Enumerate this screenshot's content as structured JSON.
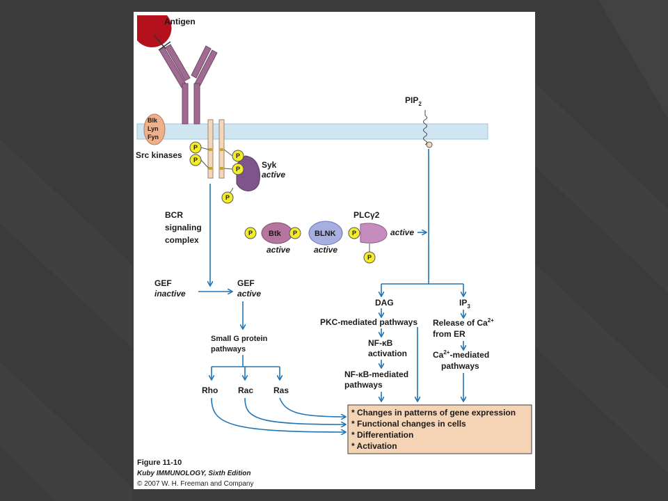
{
  "colors": {
    "background": "#3b3b3b",
    "panel": "#ffffff",
    "membrane": "#cfe6f2",
    "arrow": "#1f75b5",
    "antigen": "#b3121c",
    "bcr": "#a06a92",
    "igab": "#f3d7b8",
    "src": "#ecb08c",
    "phospho": "#f4ec2a",
    "syk": "#7e548a",
    "btk": "#b5759e",
    "blnk": "#a7aee0",
    "plc": "#c68cbe",
    "outcome_box": "#f5d3b5"
  },
  "labels": {
    "antigen": "Antigen",
    "pip2": "PIP",
    "pip2_sub": "2",
    "src_kinases": [
      "Blk",
      "Lyn",
      "Fyn"
    ],
    "src_kinases_title": "Src kinases",
    "phospho": "P",
    "syk": "Syk",
    "syk_state": "active",
    "bcr_complex": [
      "BCR",
      "signaling",
      "complex"
    ],
    "btk": "Btk",
    "btk_state": "active",
    "blnk": "BLNK",
    "blnk_state": "active",
    "plc": "PLCγ2",
    "plc_state": "active",
    "gef_inactive": "GEF",
    "gef_inactive_state": "inactive",
    "gef_active": "GEF",
    "gef_active_state": "active",
    "small_g": [
      "Small G protein",
      "pathways"
    ],
    "rho": "Rho",
    "rac": "Rac",
    "ras": "Ras",
    "dag": "DAG",
    "ip3": "IP",
    "ip3_sub": "3",
    "pkc": "PKC-mediated pathways",
    "nfkb_activation": [
      "NF-κB",
      "activation"
    ],
    "nfkb_pathways": [
      "NF-κB-mediated",
      "pathways"
    ],
    "ca_release_pre": "Release of Ca",
    "ca_release_sup": "2+",
    "ca_release_2": "from ER",
    "ca_mediated_pre": "Ca",
    "ca_mediated_sup": "2+",
    "ca_mediated_post": "-mediated",
    "ca_mediated_2": "pathways",
    "outcomes": [
      "* Changes in patterns of gene expression",
      "* Functional changes in cells",
      "* Differentiation",
      "* Activation"
    ]
  },
  "caption": {
    "figure": "Figure 11-10",
    "book": "Kuby IMMUNOLOGY, Sixth Edition",
    "copyright": "© 2007 W. H. Freeman and Company"
  }
}
